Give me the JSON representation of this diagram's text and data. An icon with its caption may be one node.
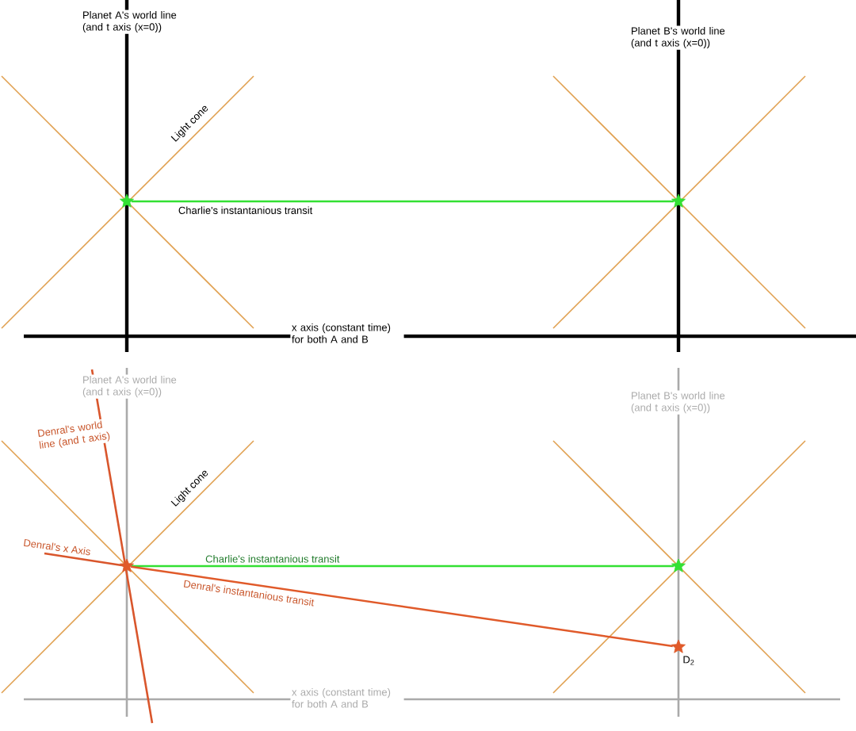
{
  "diagram": {
    "nodes": [
      {
        "text": [],
        "shape": "star"
      },
      {
        "text": [],
        "shape": "star"
      },
      {
        "text": [],
        "shape": "star"
      },
      {
        "text": [],
        "shape": "star"
      },
      {
        "text": [],
        "shape": "star",
        "beside": [
          "D$_{2}$"
        ]
      }
    ],
    "edges": [
      {
        "from": 0,
        "to": 1,
        "arrow": "none",
        "label": "Charlie's instantanious transit"
      },
      {
        "from": 2,
        "to": 3,
        "arrow": "none",
        "label": "Charlie's instantanious transit"
      },
      {
        "from": 2,
        "to": 4,
        "arrow": "none",
        "label": "Denral's instantanious transit",
        "color": "#e05a2a"
      }
    ],
    "labels": [
      "Planet A's world line (and t axis (x=0))",
      "Planet B's world line (and t axis (x=0))",
      "Light cone",
      "x axis (constant time) for both A and B",
      "Planet A's world line (and t axis (x=0))",
      "Planet B's world line (and t axis (x=0))",
      "Denral's world line (and t axis)",
      "Light cone",
      "Denral's x Axis",
      "x axis (constant time) for both A and B"
    ]
  }
}
